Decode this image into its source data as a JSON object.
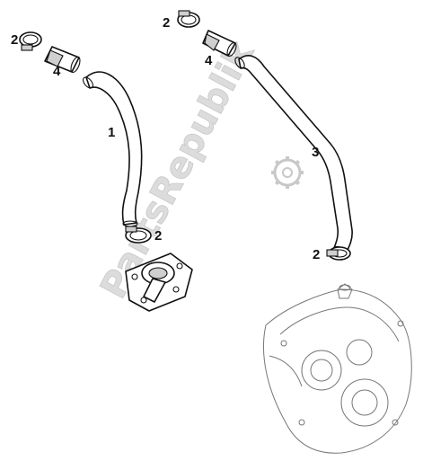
{
  "watermark": {
    "text": "PartsRepublik"
  },
  "callouts": {
    "clamp_top_left": "2",
    "clamp_top_right": "2",
    "clamp_mid_left": "2",
    "clamp_bottom_right": "2",
    "sleeve_left": "4",
    "sleeve_right": "4",
    "hose_left": "1",
    "hose_right": "3"
  }
}
